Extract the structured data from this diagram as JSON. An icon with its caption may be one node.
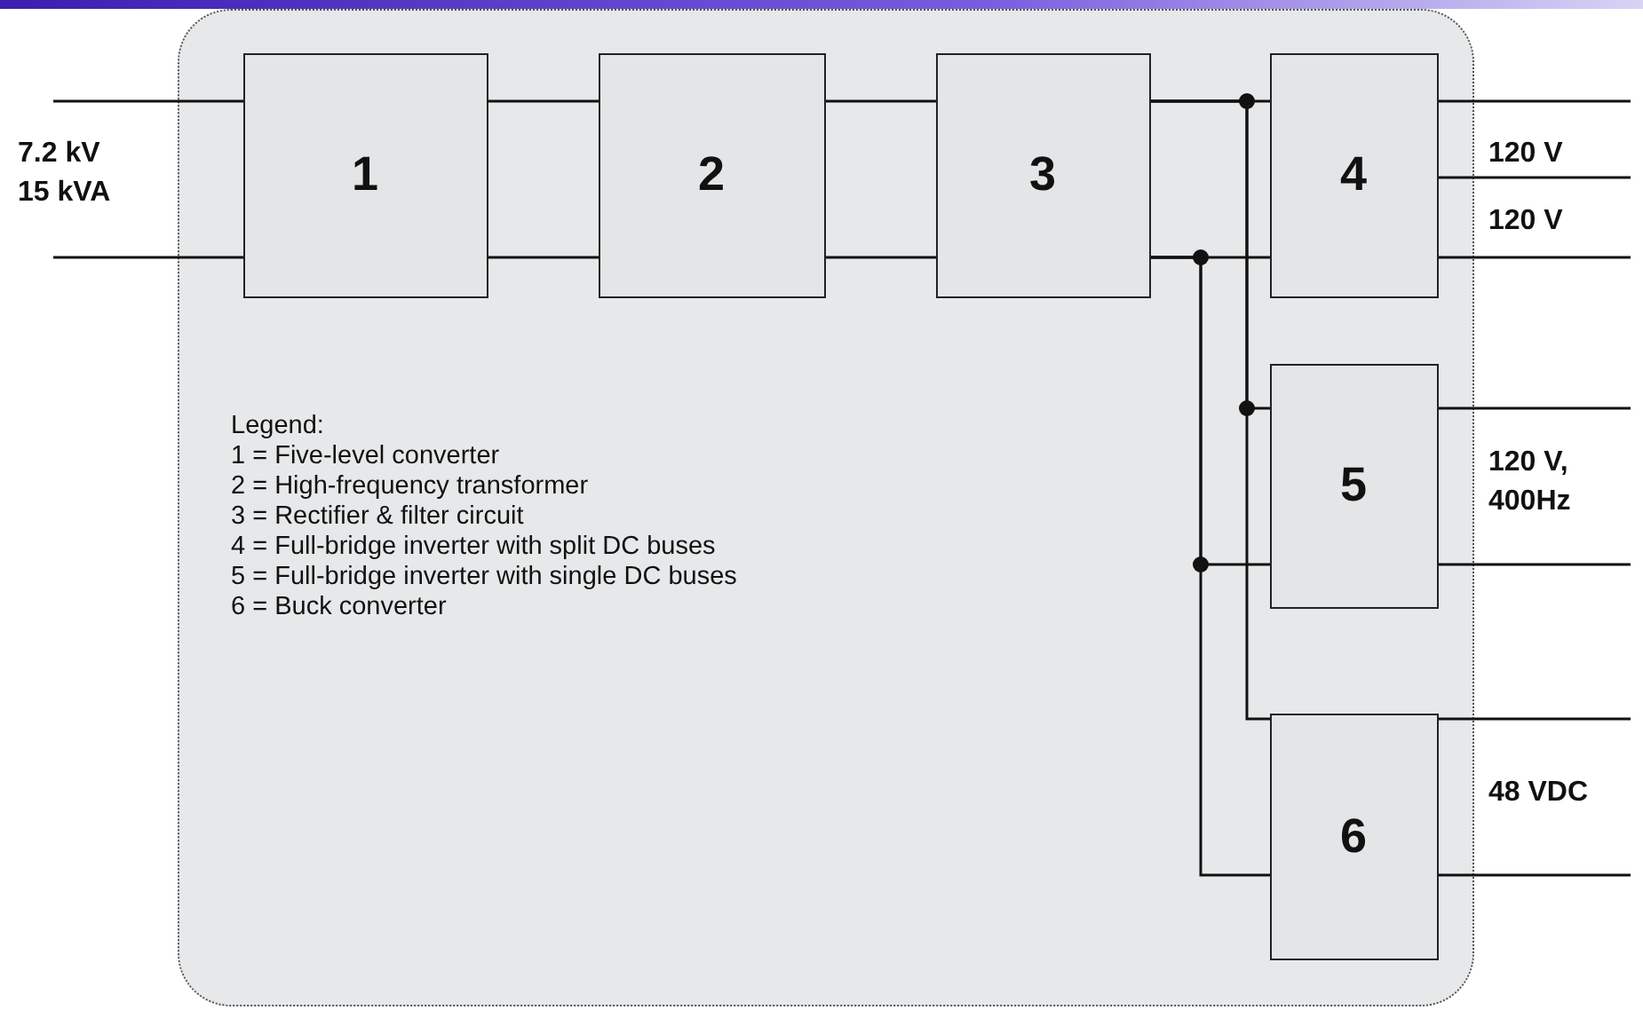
{
  "diagram": {
    "nodes": [
      {
        "text": [],
        "shape": "box"
      },
      {
        "text": [
          "1"
        ],
        "in": 0
      },
      {
        "text": [
          "2"
        ],
        "in": 0
      },
      {
        "text": [
          "3"
        ],
        "in": 0
      },
      {
        "text": [
          "4"
        ],
        "in": 0
      },
      {
        "text": [
          "5"
        ],
        "in": 0
      },
      {
        "text": [
          "6"
        ],
        "in": 0
      }
    ],
    "edges": [
      {
        "from": null,
        "to": 1,
        "arrow": "none"
      },
      {
        "from": null,
        "to": 1,
        "arrow": "none"
      },
      {
        "from": 1,
        "to": 2,
        "arrow": "none"
      },
      {
        "from": 1,
        "to": 2,
        "arrow": "none"
      },
      {
        "from": 2,
        "to": 3,
        "arrow": "none"
      },
      {
        "from": 2,
        "to": 3,
        "arrow": "none"
      },
      {
        "from": 3,
        "to": 4,
        "arrow": "none"
      },
      {
        "from": 3,
        "to": 4,
        "arrow": "none"
      },
      {
        "from": 3,
        "to": 5,
        "arrow": "none"
      },
      {
        "from": 3,
        "to": 5,
        "arrow": "none"
      },
      {
        "from": 3,
        "to": 6,
        "arrow": "none"
      },
      {
        "from": 3,
        "to": 6,
        "arrow": "none"
      },
      {
        "from": 4,
        "to": null,
        "arrow": "none"
      },
      {
        "from": 4,
        "to": null,
        "arrow": "none"
      },
      {
        "from": 4,
        "to": null,
        "arrow": "none"
      },
      {
        "from": 5,
        "to": null,
        "arrow": "none"
      },
      {
        "from": 5,
        "to": null,
        "arrow": "none"
      },
      {
        "from": 6,
        "to": null,
        "arrow": "none"
      },
      {
        "from": 6,
        "to": null,
        "arrow": "none"
      }
    ],
    "labels": [
      "7.2 kV 15 kVA",
      "120 V",
      "120 V",
      "120 V, 400Hz",
      "48 VDC",
      "Legend:",
      "1 = Five-level converter",
      "2 = High-frequency transformer",
      "3 = Rectifier & filter circuit",
      "4 = Full-bridge inverter with split DC buses",
      "5 = Full-bridge inverter with single DC buses",
      "6 = Buck converter"
    ]
  }
}
